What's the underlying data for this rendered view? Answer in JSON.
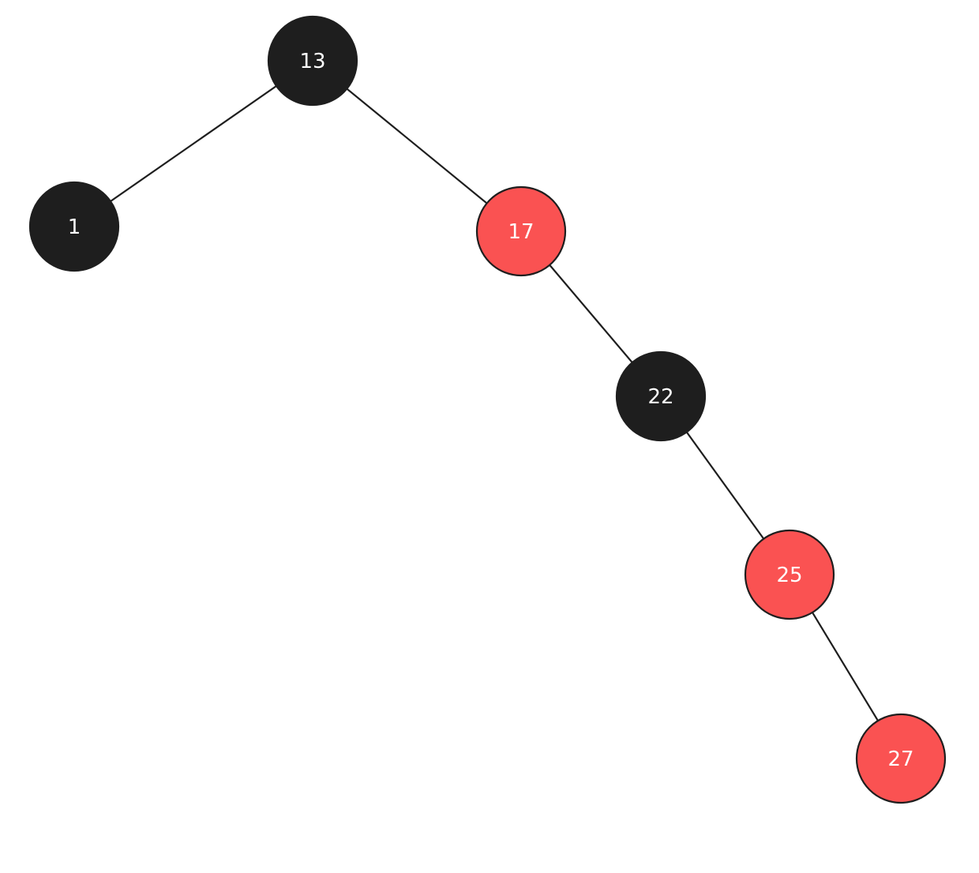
{
  "diagram": {
    "type": "red-black-tree",
    "colors": {
      "red": "#fa5252",
      "black": "#1e1e1e",
      "edge": "#1e1e1e",
      "label": "#ffffff"
    },
    "nodes": [
      {
        "id": "n13",
        "value": "13",
        "color": "black"
      },
      {
        "id": "n1",
        "value": "1",
        "color": "black"
      },
      {
        "id": "n17",
        "value": "17",
        "color": "red"
      },
      {
        "id": "n22",
        "value": "22",
        "color": "black"
      },
      {
        "id": "n25",
        "value": "25",
        "color": "red"
      },
      {
        "id": "n27",
        "value": "27",
        "color": "red"
      }
    ],
    "edges": [
      {
        "from": "n13",
        "to": "n1"
      },
      {
        "from": "n13",
        "to": "n17"
      },
      {
        "from": "n17",
        "to": "n22"
      },
      {
        "from": "n22",
        "to": "n25"
      },
      {
        "from": "n25",
        "to": "n27"
      }
    ]
  }
}
